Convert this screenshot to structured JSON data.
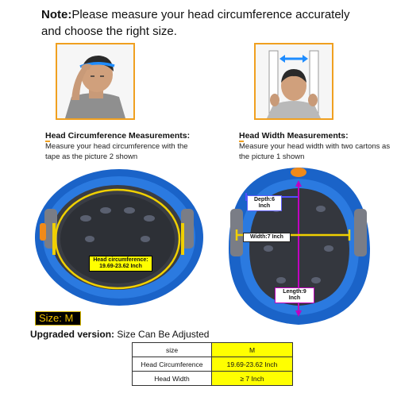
{
  "note": {
    "label": "Note:",
    "text": "Please measure your head circumference accurately and choose the right size."
  },
  "sections": {
    "left": {
      "title": "Head Circumference Measurements:",
      "description": "Measure your head circumference with the tape as the picture 2 shown"
    },
    "right": {
      "title": "Head Width Measurements:",
      "description": "Measure your head width with two cartons as the picture 1 shown"
    }
  },
  "helmet_left": {
    "label_line1": "Head circumference:",
    "label_line2": "19.69-23.62 Inch"
  },
  "helmet_right": {
    "depth": "Depth:6 Inch",
    "width": "Width:7 Inch",
    "length": "Length:9 Inch"
  },
  "size_badge": {
    "text": "Size: M"
  },
  "upgraded": {
    "lead": "Upgraded version:",
    "text": " Size Can Be Adjusted"
  },
  "size_table": {
    "rows": [
      {
        "key": "size",
        "value": "M"
      },
      {
        "key": "Head Circumference",
        "value": "19.69-23.62 Inch"
      },
      {
        "key": "Head Width",
        "value": "≥ 7 Inch"
      }
    ]
  },
  "colors": {
    "accent_orange": "#f0a020",
    "helmet_blue": "#1a63c8",
    "label_yellow": "#ffff00",
    "length_magenta": "#c000c0",
    "width_yellow": "#f0d000",
    "depth_blue": "#5050ff"
  },
  "icons": {
    "left_photo": "man-measuring-head-tape",
    "right_photo": "man-between-boards-width",
    "width_arrow": "double-arrow-icon"
  }
}
